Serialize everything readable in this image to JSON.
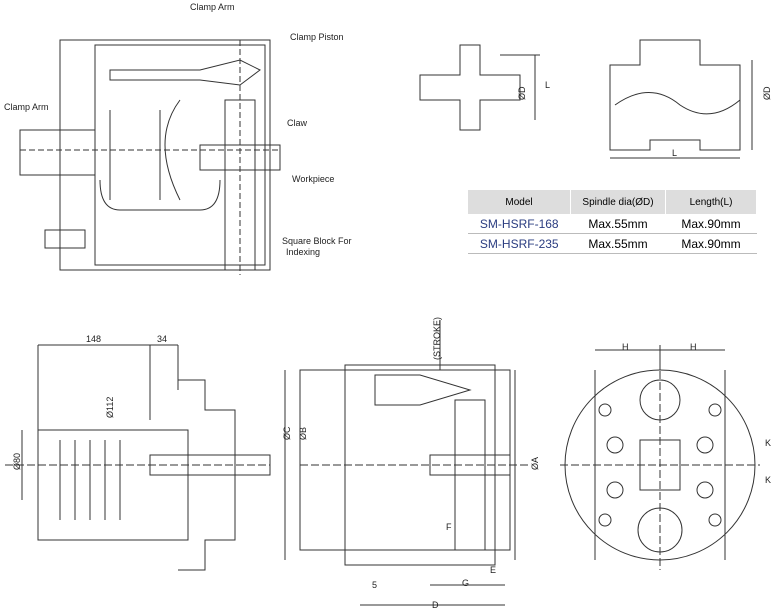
{
  "callouts": {
    "clamp_arm_top": "Clamp Arm",
    "clamp_piston": "Clamp Piston",
    "clamp_arm_left": "Clamp Arm",
    "claw": "Claw",
    "workpiece": "Workpiece",
    "square_block": "Square Block For",
    "square_block2": "Indexing"
  },
  "small_diagrams": {
    "d1": "ØD",
    "l1": "L",
    "d2": "ØD",
    "l2": "L"
  },
  "table": {
    "headers": [
      "Model",
      "Spindle dia(ØD)",
      "Length(L)"
    ],
    "rows": [
      [
        "SM-HSRF-168",
        "Max.55mm",
        "Max.90mm"
      ],
      [
        "SM-HSRF-235",
        "Max.55mm",
        "Max.90mm"
      ]
    ]
  },
  "dims_left": {
    "a": "148",
    "b": "34",
    "c": "Ø112",
    "d": "Ø80"
  },
  "dims_mid": {
    "stroke": "(STROKE)",
    "c": "ØC",
    "b": "ØB",
    "a": "ØA",
    "f": "F",
    "e": "E",
    "five": "5",
    "g": "G",
    "d": "D"
  },
  "dims_right": {
    "h1": "H",
    "h2": "H",
    "k1": "K",
    "k2": "K"
  }
}
